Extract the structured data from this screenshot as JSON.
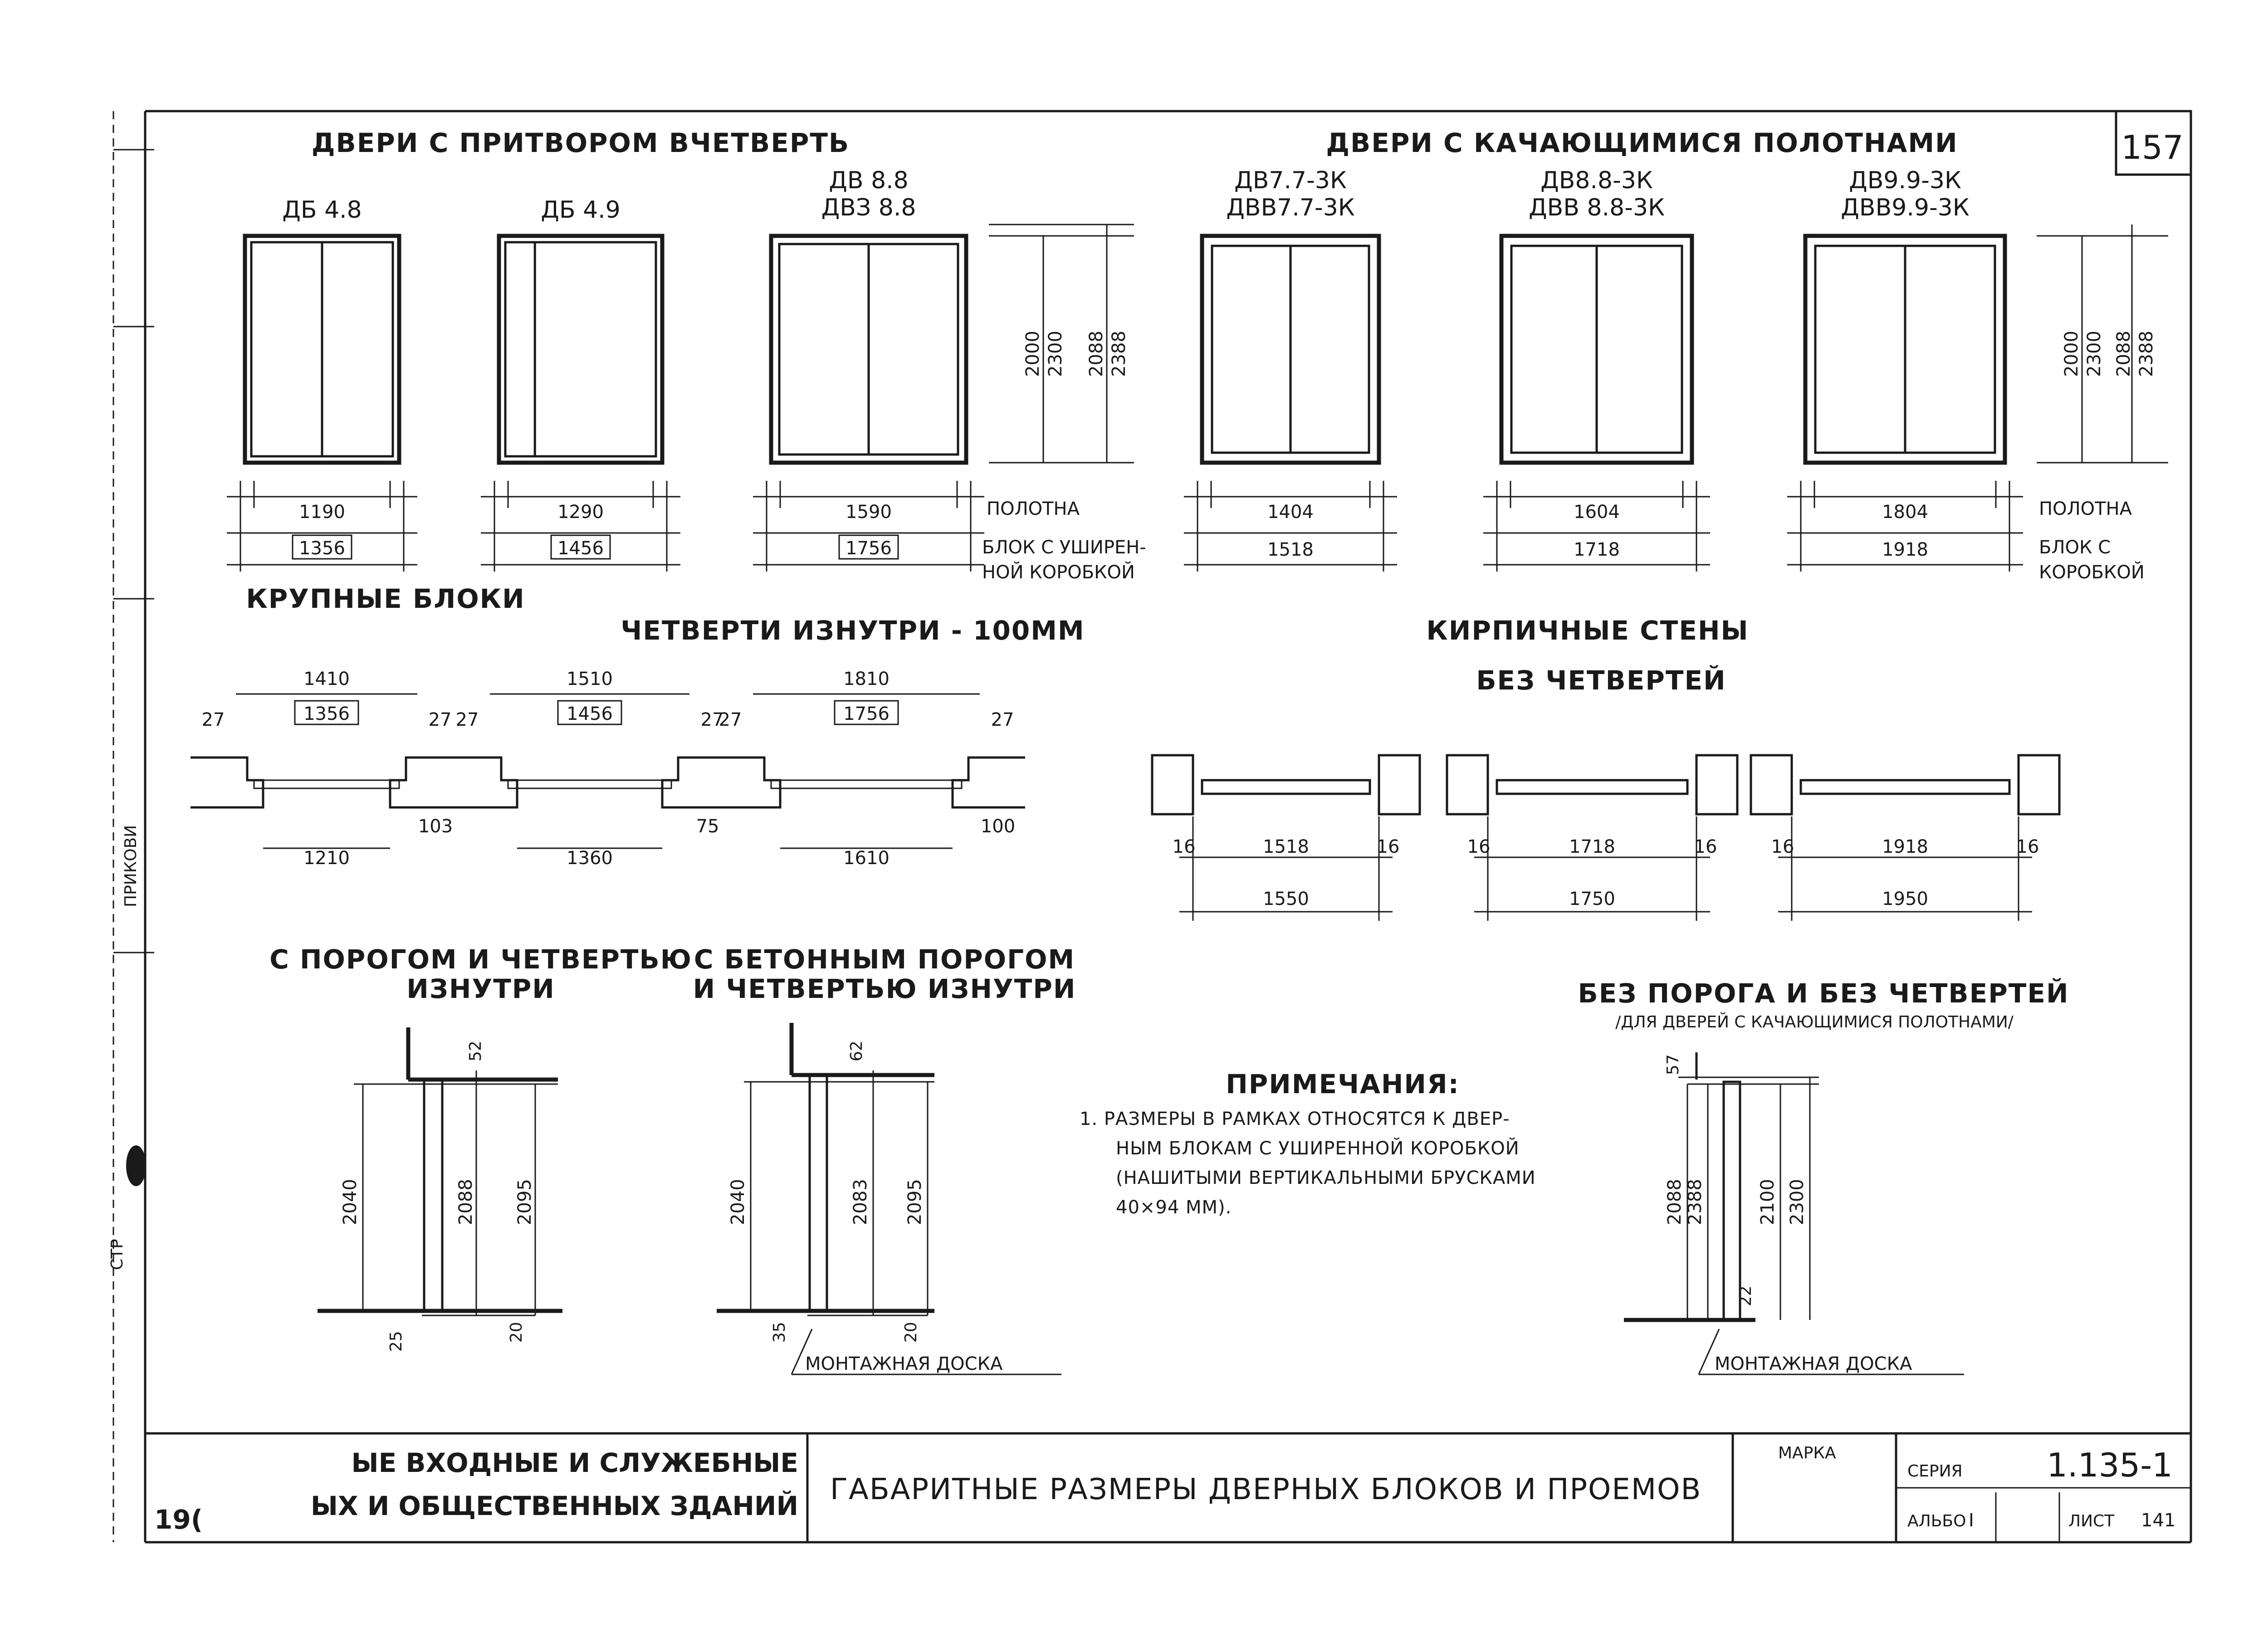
{
  "sheet_number": "157",
  "headings": {
    "rebate_doors": "ДВЕРИ С ПРИТВОРОМ ВЧЕТВЕРТЬ",
    "swing_doors": "ДВЕРИ С КАЧАЮЩИМИСЯ ПОЛОТНАМИ",
    "large_blocks": "КРУПНЫЕ БЛОКИ",
    "quarters_inside": "ЧЕТВЕРТИ ИЗНУТРИ - 100ММ",
    "brick_walls": "КИРПИЧНЫЕ СТЕНЫ",
    "no_quarters": "БЕЗ ЧЕТВЕРТЕЙ",
    "sill_quarter_1": "С ПОРОГОМ И ЧЕТВЕРТЬЮ",
    "sill_quarter_2": "ИЗНУТРИ",
    "concrete_sill_1": "С БЕТОННЫМ ПОРОГОМ",
    "concrete_sill_2": "И ЧЕТВЕРТЬЮ ИЗНУТРИ",
    "no_sill_1": "БЕЗ ПОРОГА И БЕЗ ЧЕТВЕРТЕЙ",
    "no_sill_2": "/ДЛЯ ДВЕРЕЙ С КАЧАЮЩИМИСЯ ПОЛОТНАМИ/"
  },
  "door_marks": [
    {
      "line1": "ДБ 4.8",
      "line2": "",
      "leaf": "1190",
      "block": "1356"
    },
    {
      "line1": "ДБ 4.9",
      "line2": "",
      "leaf": "1290",
      "block": "1456"
    },
    {
      "line1": "ДВ 8.8",
      "line2": "ДВЗ 8.8",
      "leaf": "1590",
      "block": "1756"
    },
    {
      "line1": "ДВ7.7-3К",
      "line2": "ДВВ7.7-3К",
      "leaf": "1404",
      "block": "1518"
    },
    {
      "line1": "ДВ8.8-3К",
      "line2": "ДВВ 8.8-3К",
      "leaf": "1604",
      "block": "1718"
    },
    {
      "line1": "ДВ9.9-3К",
      "line2": "ДВВ9.9-3К",
      "leaf": "1804",
      "block": "1918"
    }
  ],
  "height_dims": {
    "left": [
      "2000",
      "2300",
      "2088",
      "2388"
    ],
    "right": [
      "2000",
      "2300",
      "2088",
      "2388"
    ]
  },
  "row_labels": {
    "left_leaves": "ПОЛОТНА",
    "left_block_1": "БЛОК С УШИРЕН-",
    "left_block_2": "НОЙ КОРОБКОЙ",
    "right_leaves": "ПОЛОТНА",
    "right_block_1": "БЛОК С",
    "right_block_2": "КОРОБКОЙ"
  },
  "quarter_plans": [
    {
      "top": "1410",
      "boxed": "1356",
      "side_left": "27",
      "side_right": "27",
      "bottom": "1210",
      "quarter": "103"
    },
    {
      "top": "1510",
      "boxed": "1456",
      "side_left": "27",
      "side_right": "27",
      "bottom": "1360",
      "quarter": "75"
    },
    {
      "top": "1810",
      "boxed": "1756",
      "side_left": "27",
      "side_right": "27",
      "bottom": "1610",
      "quarter": "100"
    }
  ],
  "brick_plans": [
    {
      "side": "16",
      "block": "1518",
      "opening": "1550"
    },
    {
      "side": "16",
      "block": "1718",
      "opening": "1750"
    },
    {
      "side": "16",
      "block": "1918",
      "opening": "1950"
    }
  ],
  "sections": {
    "sill_quarter": {
      "top": "52",
      "h1": "2040",
      "h2": "2088",
      "h3": "2095",
      "b1": "25",
      "b2": "20"
    },
    "concrete_sill": {
      "top": "62",
      "h1": "2040",
      "h2": "2083",
      "h3": "2095",
      "b1": "35",
      "b2": "20",
      "label": "МОНТАЖНАЯ ДОСКА"
    },
    "no_sill": {
      "top": "57",
      "h1": "2088",
      "h2": "2388",
      "h3": "2100",
      "h4": "2300",
      "b1": "22",
      "label": "МОНТАЖНАЯ ДОСКА"
    }
  },
  "notes": {
    "title": "ПРИМЕЧАНИЯ:",
    "lines": [
      "1.  РАЗМЕРЫ В РАМКАХ ОТНОСЯТСЯ К ДВЕР-",
      "НЫМ БЛОКАМ С УШИРЕННОЙ КОРОБКОЙ",
      "(НАШИТЫМИ ВЕРТИКАЛЬНЫМИ БРУСКАМИ",
      "40×94 ММ)."
    ]
  },
  "title_block": {
    "left_line1": "ЫЕ ВХОДНЫЕ И СЛУЖЕБНЫЕ",
    "left_line2": "ЫХ И ОБЩЕСТВЕННЫХ ЗДАНИЙ",
    "stamp": "19(",
    "title": "ГАБАРИТНЫЕ РАЗМЕРЫ ДВЕРНЫХ БЛОКОВ И ПРОЕМОВ",
    "marka_label": "МАРКА",
    "series_label": "СЕРИЯ",
    "series_value": "1.135-1",
    "album_label": "АЛЬБО",
    "album_value": "I",
    "sheet_label": "ЛИСТ",
    "sheet_value": "141"
  },
  "margin_text": {
    "m1": "СТР",
    "m2": "ПРИКОВИ"
  }
}
